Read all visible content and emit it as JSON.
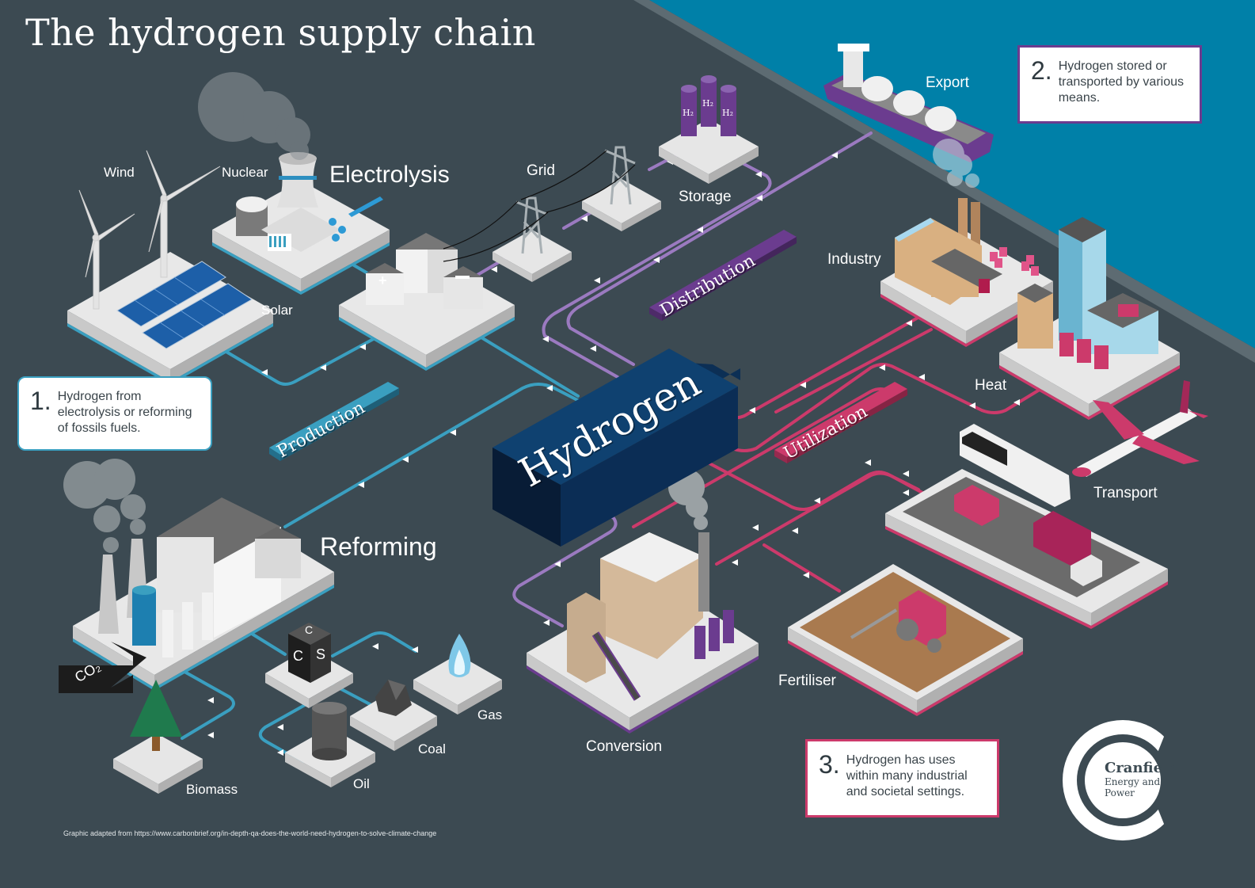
{
  "title": "The hydrogen supply chain",
  "colors": {
    "background": "#3c4a52",
    "sea": "#0080a8",
    "production": "#3a9fc0",
    "distribution": "#6b3c8f",
    "distribution_pipe": "#9b7ac0",
    "utilization": "#cc3a6b",
    "hydrogen_block": "#0f3a66"
  },
  "stages": {
    "production": "Production",
    "distribution": "Distribution",
    "utilization": "Utilization",
    "hub": "Hydrogen"
  },
  "sections": {
    "electrolysis": "Electrolysis",
    "reforming": "Reforming"
  },
  "labels": {
    "wind": "Wind",
    "nuclear": "Nuclear",
    "solar": "Solar",
    "grid": "Grid",
    "storage": "Storage",
    "export": "Export",
    "industry": "Industry",
    "heat": "Heat",
    "transport": "Transport",
    "fertiliser": "Fertiliser",
    "conversion": "Conversion",
    "biomass": "Biomass",
    "oil": "Oil",
    "coal": "Coal",
    "gas": "Gas",
    "co2": "CO₂",
    "ccs_top": "C",
    "ccs_left": "C",
    "ccs_right": "S",
    "h2_tank": "H₂"
  },
  "notes": [
    {
      "number": "1.",
      "text": "Hydrogen from electrolysis or reforming of fossils fuels."
    },
    {
      "number": "2.",
      "text": "Hydrogen stored or transported by various means."
    },
    {
      "number": "3.",
      "text": "Hydrogen has uses within many industrial and societal settings."
    }
  ],
  "logo": {
    "name": "Cranfield",
    "subtitle_line1": "Energy and",
    "subtitle_line2": "Power"
  },
  "credit": "Graphic adapted from https://www.carbonbrief.org/in-depth-qa-does-the-world-need-hydrogen-to-solve-climate-change"
}
